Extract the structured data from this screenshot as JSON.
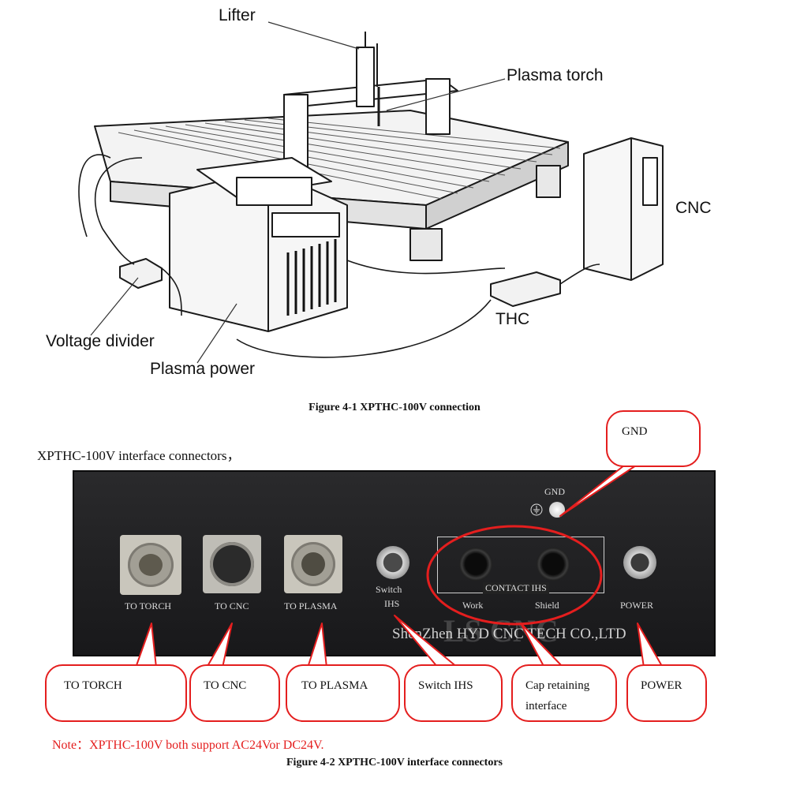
{
  "figure1": {
    "labels": {
      "lifter": "Lifter",
      "plasma_torch": "Plasma torch",
      "cnc": "CNC",
      "thc": "THC",
      "voltage_divider": "Voltage divider",
      "plasma_power": "Plasma power"
    },
    "caption": "Figure 4-1 XPTHC-100V connection"
  },
  "figure2": {
    "intro": "XPTHC-100V interface connectors，",
    "panel": {
      "gnd": "GND",
      "to_torch": "TO TORCH",
      "to_cnc": "TO CNC",
      "to_plasma": "TO PLASMA",
      "switch": "Switch",
      "ihs": "IHS",
      "contact_ihs": "CONTACT IHS",
      "work": "Work",
      "shield": "Shield",
      "power": "POWER",
      "maker": "ShenZhen HYD CNC TECH CO.,LTD",
      "watermark": "LS CNC"
    },
    "callouts": {
      "gnd": "GND",
      "to_torch": "TO TORCH",
      "to_cnc": "TO CNC",
      "to_plasma": "TO PLASMA",
      "switch_ihs": "Switch IHS",
      "cap_line1": "Cap retaining",
      "cap_line2": "interface",
      "power": "POWER"
    },
    "note": "Note：XPTHC-100V both support AC24Vor DC24V.",
    "caption": "Figure 4-2 XPTHC-100V interface connectors"
  },
  "colors": {
    "accent_red": "#e41e1e",
    "panel": "#1d1d1f"
  }
}
